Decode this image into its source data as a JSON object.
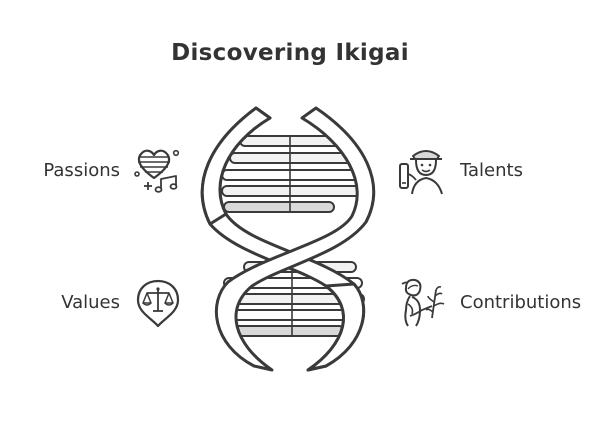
{
  "title": "Discovering Ikigai",
  "labels": {
    "top_left": "Passions",
    "top_right": "Talents",
    "bottom_left": "Values",
    "bottom_right": "Contributions"
  },
  "icons": {
    "top_left": "heart-music-icon",
    "top_right": "person-with-phone-icon",
    "bottom_left": "scales-shield-icon",
    "bottom_right": "person-with-plant-icon"
  },
  "colors": {
    "stroke": "#3a3a3a",
    "light_fill": "#f2f2f2",
    "mid_fill": "#d9d9d9",
    "text": "#333333"
  }
}
